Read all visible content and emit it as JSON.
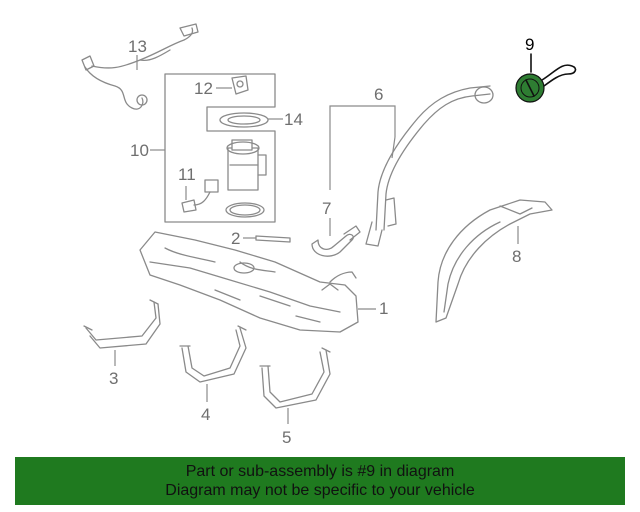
{
  "callouts": {
    "c1": "1",
    "c2": "2",
    "c3": "3",
    "c4": "4",
    "c5": "5",
    "c6": "6",
    "c7": "7",
    "c8": "8",
    "c9": "9",
    "c10": "10",
    "c11": "11",
    "c12": "12",
    "c13": "13",
    "c14": "14"
  },
  "banner": {
    "line1": "Part or sub-assembly is #9 in diagram",
    "line2": "Diagram may not be specific to your vehicle"
  },
  "colors": {
    "banner_bg": "#1f7a1f",
    "highlight_part": "#2e7d32",
    "line": "#8a8a8a"
  }
}
